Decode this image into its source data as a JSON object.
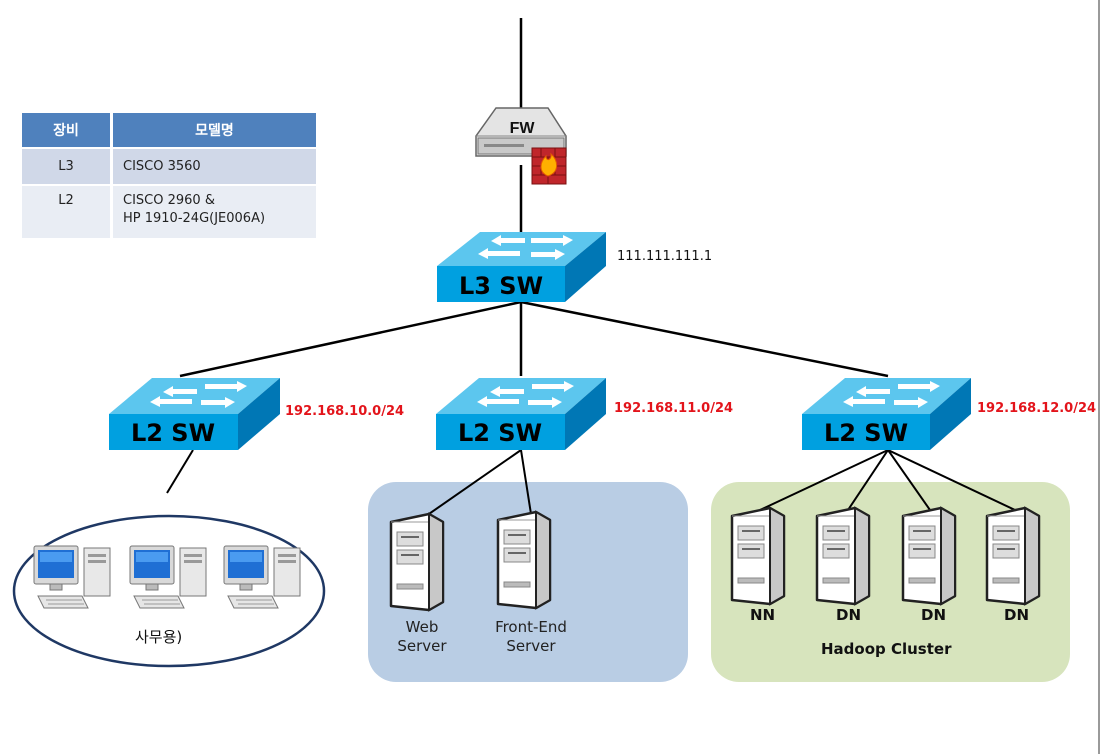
{
  "legend": {
    "headers": [
      "장비",
      "모델명"
    ],
    "rows": [
      {
        "device": "L3",
        "model_line1": "CISCO 3560",
        "model_line2": ""
      },
      {
        "device": "L2",
        "model_line1": "CISCO 2960 &",
        "model_line2": "HP 1910-24G(JE006A)"
      }
    ]
  },
  "firewall": {
    "label": "FW"
  },
  "core_switch": {
    "label": "L3 SW",
    "ip": "111.111.111.1"
  },
  "access_switches": [
    {
      "label": "L2 SW",
      "subnet": "192.168.10.0/24"
    },
    {
      "label": "L2 SW",
      "subnet": "192.168.11.0/24"
    },
    {
      "label": "L2 SW",
      "subnet": "192.168.12.0/24"
    }
  ],
  "office_group": {
    "label": "사무용)"
  },
  "server_group": {
    "servers": [
      {
        "line1": "Web",
        "line2": "Server"
      },
      {
        "line1": "Front-End",
        "line2": "Server"
      }
    ]
  },
  "hadoop_group": {
    "label": "Hadoop Cluster",
    "nodes": [
      "NN",
      "DN",
      "DN",
      "DN"
    ]
  },
  "colors": {
    "switch_top": "#5cc6ee",
    "switch_front": "#00a0e0",
    "switch_side": "#0077b5",
    "server_group_bg": "#b9cde4",
    "hadoop_group_bg": "#d7e4bd",
    "legend_header": "#4f81bd",
    "subnet_text": "#e3141b"
  }
}
